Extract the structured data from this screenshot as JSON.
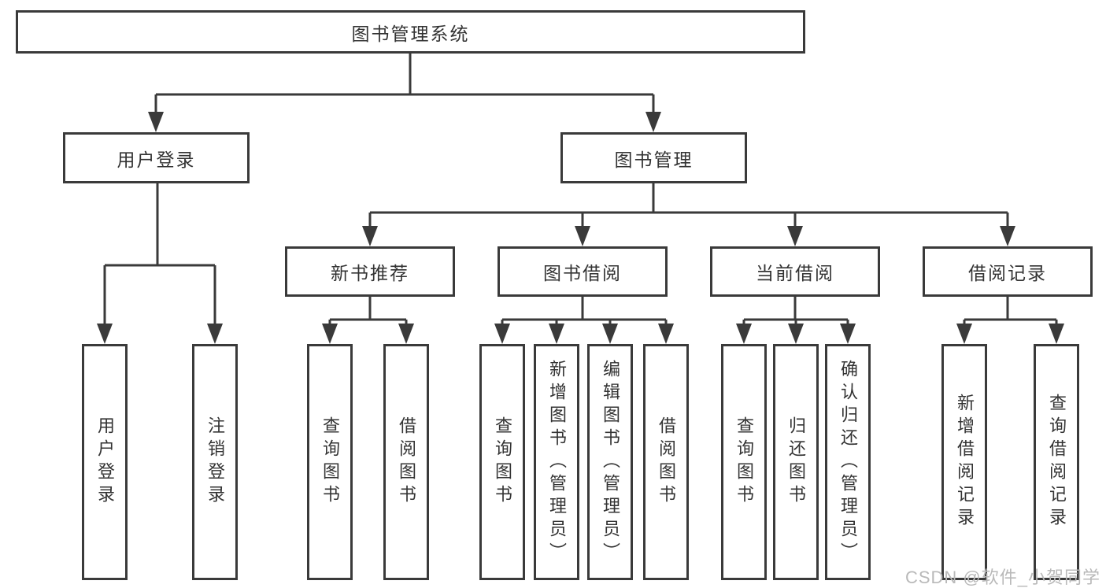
{
  "diagram": {
    "root": {
      "label": "图书管理系统"
    },
    "level2": [
      {
        "label": "用户登录"
      },
      {
        "label": "图书管理"
      }
    ],
    "level3": [
      {
        "label": "新书推荐",
        "parent": "图书管理"
      },
      {
        "label": "图书借阅",
        "parent": "图书管理"
      },
      {
        "label": "当前借阅",
        "parent": "图书管理"
      },
      {
        "label": "借阅记录",
        "parent": "图书管理"
      }
    ],
    "leaves": [
      {
        "label": "用户登录",
        "parent": "用户登录"
      },
      {
        "label": "注销登录",
        "parent": "用户登录"
      },
      {
        "label": "查询图书",
        "parent": "新书推荐"
      },
      {
        "label": "借阅图书",
        "parent": "新书推荐"
      },
      {
        "label": "查询图书",
        "parent": "图书借阅"
      },
      {
        "label": "新增图书（管理员）",
        "parent": "图书借阅"
      },
      {
        "label": "编辑图书（管理员）",
        "parent": "图书借阅"
      },
      {
        "label": "借阅图书",
        "parent": "图书借阅"
      },
      {
        "label": "查询图书",
        "parent": "当前借阅"
      },
      {
        "label": "归还图书",
        "parent": "当前借阅"
      },
      {
        "label": "确认归还（管理员）",
        "parent": "当前借阅"
      },
      {
        "label": "新增借阅记录",
        "parent": "借阅记录"
      },
      {
        "label": "查询借阅记录",
        "parent": "借阅记录"
      }
    ],
    "watermark": "CSDN @软件_小贺同学",
    "colors": {
      "line": "#3a3a3a",
      "text": "#333333",
      "watermark": "#b9b9b9"
    }
  }
}
